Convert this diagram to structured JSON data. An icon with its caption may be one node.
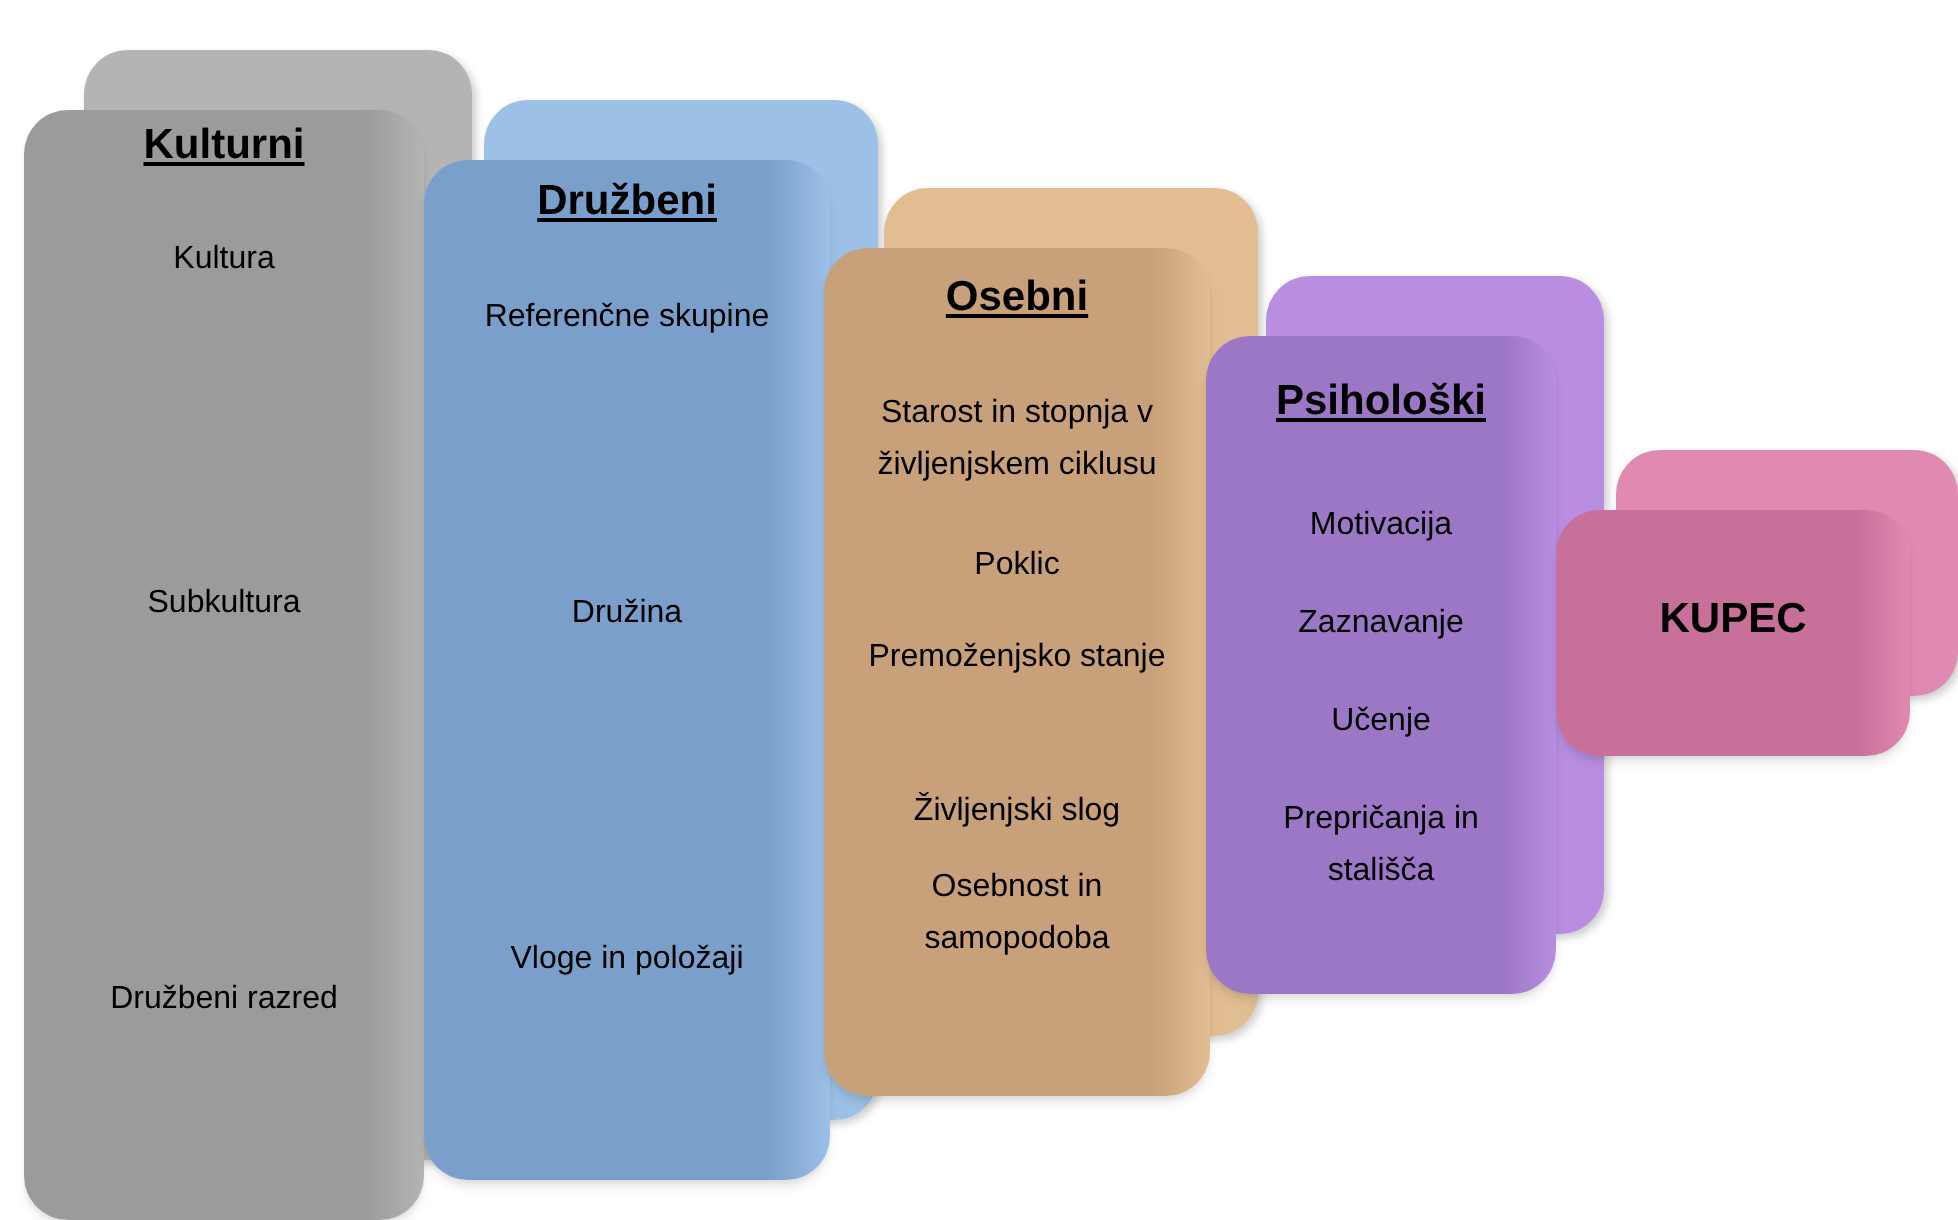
{
  "diagram": {
    "nodes": [
      {
        "text": [
          "Kulturni",
          "Kultura",
          "Subkultura",
          "Družbeni razred"
        ]
      },
      {
        "text": [
          "Družbeni",
          "Referenčne skupine",
          "Družina",
          "Vloge in položaji"
        ]
      },
      {
        "text": [
          "Osebni",
          "Starost in stopnja v življenjskem ciklusu",
          "Poklic",
          "Premoženjsko stanje",
          "Življenjski slog",
          "Osebnost in samopodoba"
        ]
      },
      {
        "text": [
          "Psihološki",
          "Motivacija",
          "Zaznavanje",
          "Učenje",
          "Prepričanja in stališča"
        ]
      },
      {
        "text": [
          "KUPEC"
        ]
      }
    ]
  }
}
